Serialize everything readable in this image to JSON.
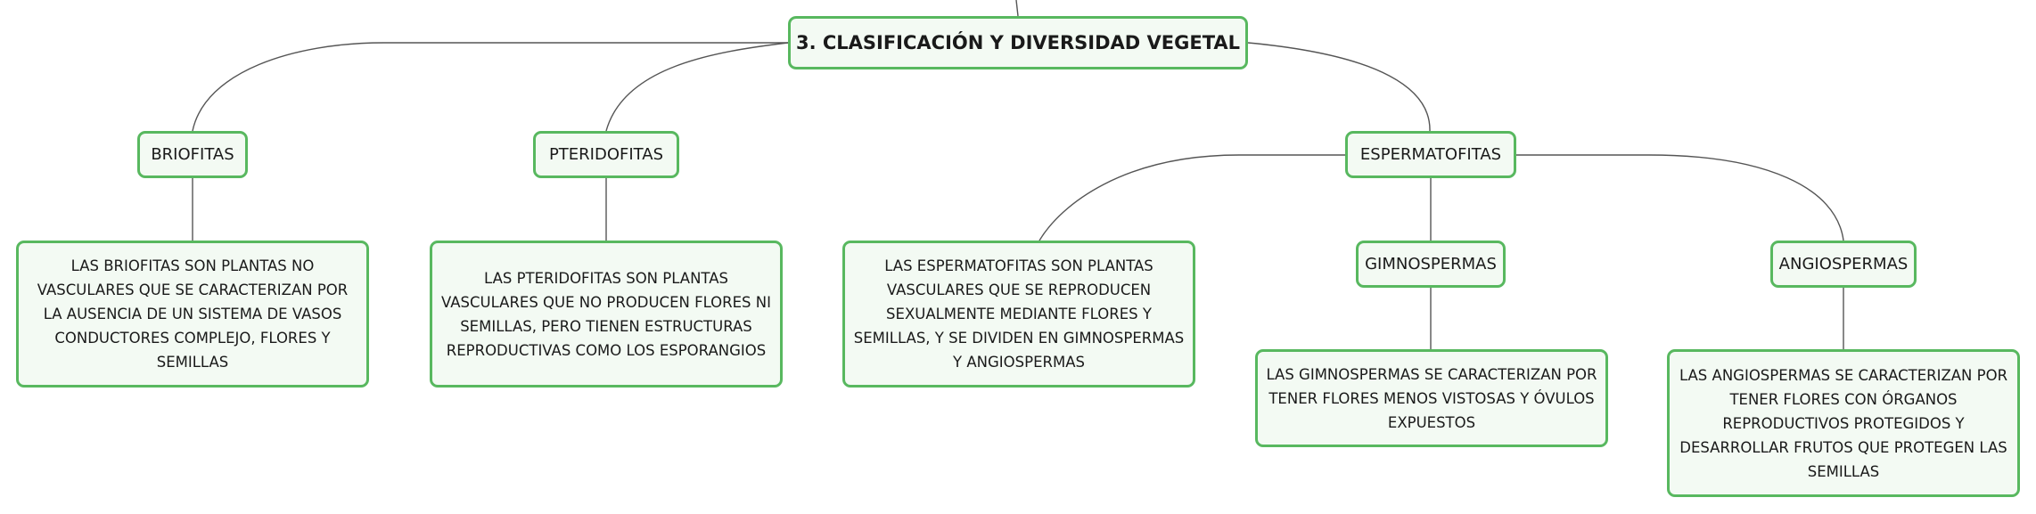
{
  "diagram": {
    "root": {
      "label": "3. CLASIFICACIÓN Y DIVERSIDAD VEGETAL"
    },
    "nodes": {
      "briofitas": {
        "label": "BRIOFITAS"
      },
      "pteridofitas": {
        "label": "PTERIDOFITAS"
      },
      "espermatofitas": {
        "label": "ESPERMATOFITAS"
      },
      "gimnospermas": {
        "label": "GIMNOSPERMAS"
      },
      "angiospermas": {
        "label": "ANGIOSPERMAS"
      },
      "briofitas_desc": {
        "label": "LAS BRIOFITAS SON PLANTAS NO VASCULARES QUE SE CARACTERIZAN POR LA AUSENCIA DE UN SISTEMA DE VASOS CONDUCTORES COMPLEJO, FLORES Y SEMILLAS"
      },
      "pteridofitas_desc": {
        "label": "LAS PTERIDOFITAS SON PLANTAS VASCULARES QUE NO PRODUCEN FLORES NI SEMILLAS, PERO TIENEN ESTRUCTURAS REPRODUCTIVAS COMO LOS ESPORANGIOS"
      },
      "espermatofitas_desc": {
        "label": "LAS ESPERMATOFITAS SON PLANTAS VASCULARES QUE SE REPRODUCEN SEXUALMENTE MEDIANTE FLORES Y SEMILLAS, Y SE DIVIDEN EN GIMNOSPERMAS Y ANGIOSPERMAS"
      },
      "gimnospermas_desc": {
        "label": "LAS GIMNOSPERMAS SE CARACTERIZAN POR TENER FLORES MENOS VISTOSAS Y ÓVULOS EXPUESTOS"
      },
      "angiospermas_desc": {
        "label": "LAS ANGIOSPERMAS SE CARACTERIZAN POR TENER FLORES CON ÓRGANOS REPRODUCTIVOS PROTEGIDOS Y DESARROLLAR FRUTOS QUE PROTEGEN LAS SEMILLAS"
      }
    },
    "colors": {
      "border": "#58b85f",
      "fill": "#f3faf3",
      "connector": "#555555"
    }
  }
}
